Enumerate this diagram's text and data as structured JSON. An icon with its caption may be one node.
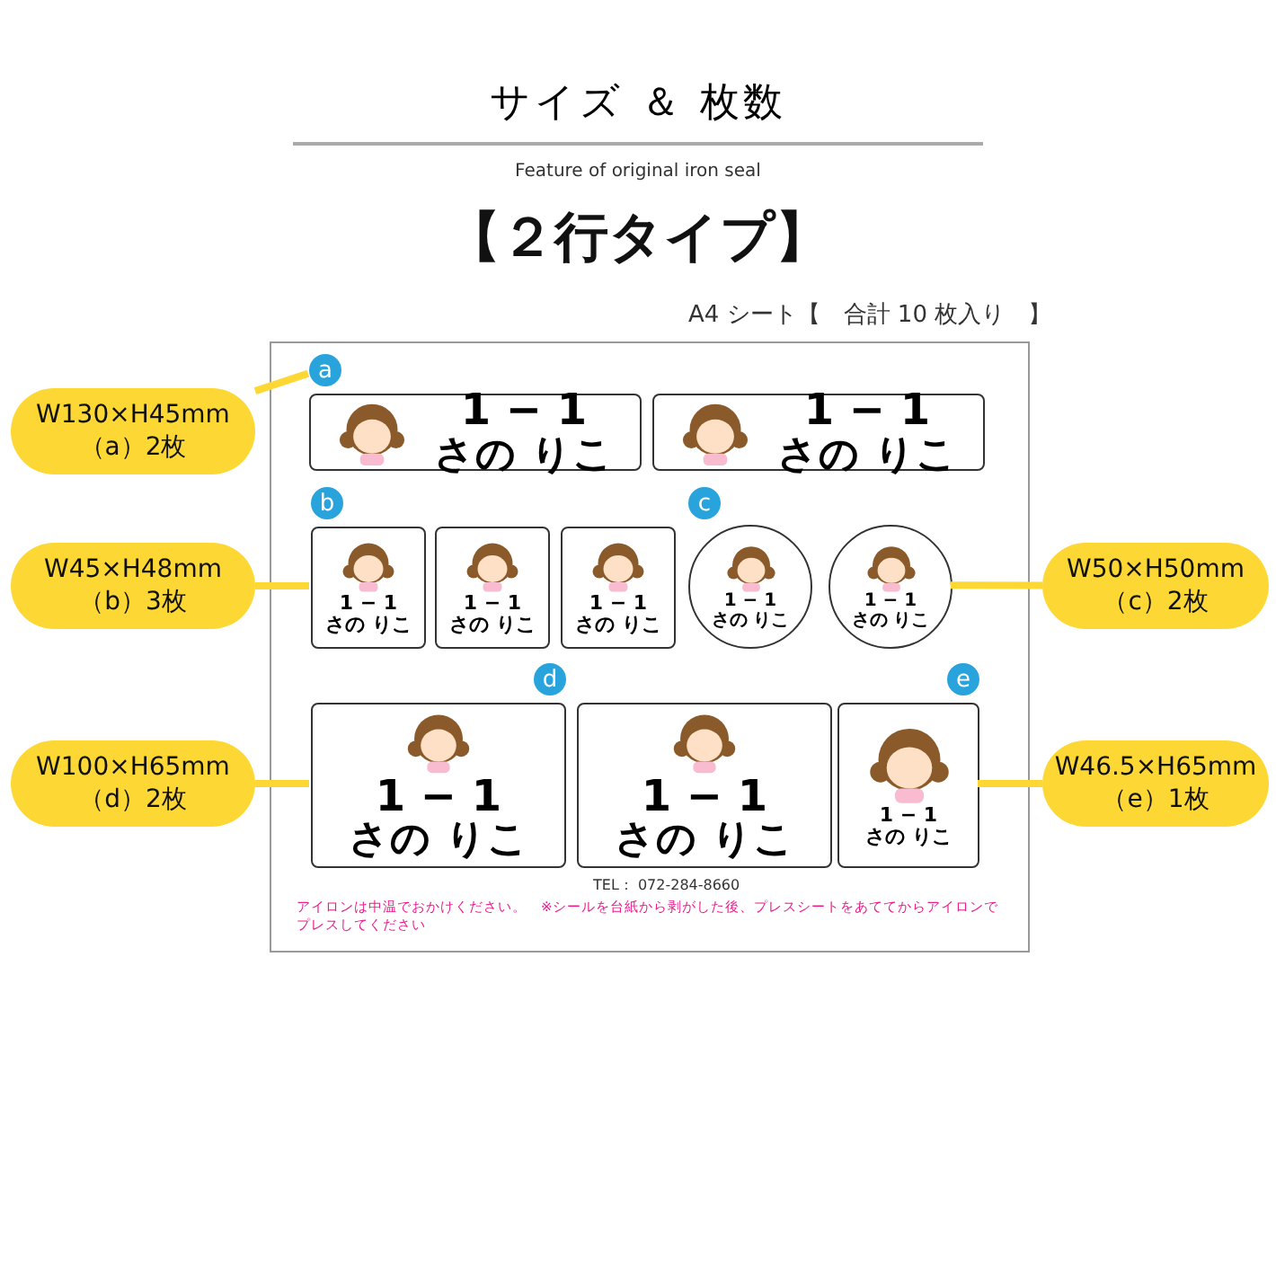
{
  "diagram": {
    "title": "サイズ ＆ 枚数",
    "nodes": [
      {
        "text": [],
        "shape": "box"
      },
      {
        "text": [
          "W130×H45mm",
          "（a）2枚"
        ]
      },
      {
        "text": [
          "a"
        ],
        "in": 0
      },
      {
        "text": [
          "1 − 1",
          "さの りこ"
        ],
        "in": 0
      },
      {
        "text": [
          "1 − 1",
          "さの りこ"
        ],
        "in": 0
      },
      {
        "text": [
          "W50×H50mm",
          "（c）2枚"
        ]
      },
      {
        "text": [
          "b"
        ],
        "in": 0
      },
      {
        "text": [
          "1 − 1",
          "さの りこ"
        ],
        "in": 0
      },
      {
        "text": [
          "1 − 1",
          "さの りこ"
        ],
        "in": 0
      },
      {
        "text": [
          "1 − 1",
          "さの りこ"
        ],
        "in": 0
      },
      {
        "text": [
          "c"
        ],
        "in": 0
      },
      {
        "text": [
          "1 − 1",
          "さの りこ"
        ],
        "in": 0
      },
      {
        "text": [
          "1 − 1",
          "さの りこ"
        ],
        "in": 0
      },
      {
        "text": [
          "W45×H48mm",
          "（b）3枚"
        ]
      },
      {
        "text": [
          "d"
        ],
        "in": 0
      },
      {
        "text": [
          "1 − 1",
          "さの りこ"
        ],
        "in": 0
      },
      {
        "text": [
          "1 − 1",
          "さの りこ"
        ],
        "in": 0
      },
      {
        "text": [
          "e"
        ],
        "in": 0
      },
      {
        "text": [
          "1 − 1",
          "さの りこ"
        ],
        "in": 0
      },
      {
        "text": [
          "W100×H65mm",
          "（d）2枚"
        ]
      },
      {
        "text": [
          "W46.5×H65mm",
          "（e）1枚"
        ]
      }
    ],
    "edges": [
      {
        "from": 1,
        "to": 2,
        "arrow": "none"
      },
      {
        "from": 5,
        "to": 12,
        "arrow": "none"
      },
      {
        "from": 13,
        "to": 7,
        "arrow": "none"
      },
      {
        "from": 19,
        "to": 15,
        "arrow": "none"
      },
      {
        "from": 20,
        "to": 18,
        "arrow": "none"
      }
    ],
    "labels": [
      "Feature of original iron seal",
      "【２行タイプ】",
      "A4 シート【　合計 10 枚入り　】",
      "TEL：  072-284-8660",
      "アイロンは中温でおかけください。　※シールを台紙から剥がした後、プレスシートをあててからアイロンでプレスしてください"
    ]
  }
}
